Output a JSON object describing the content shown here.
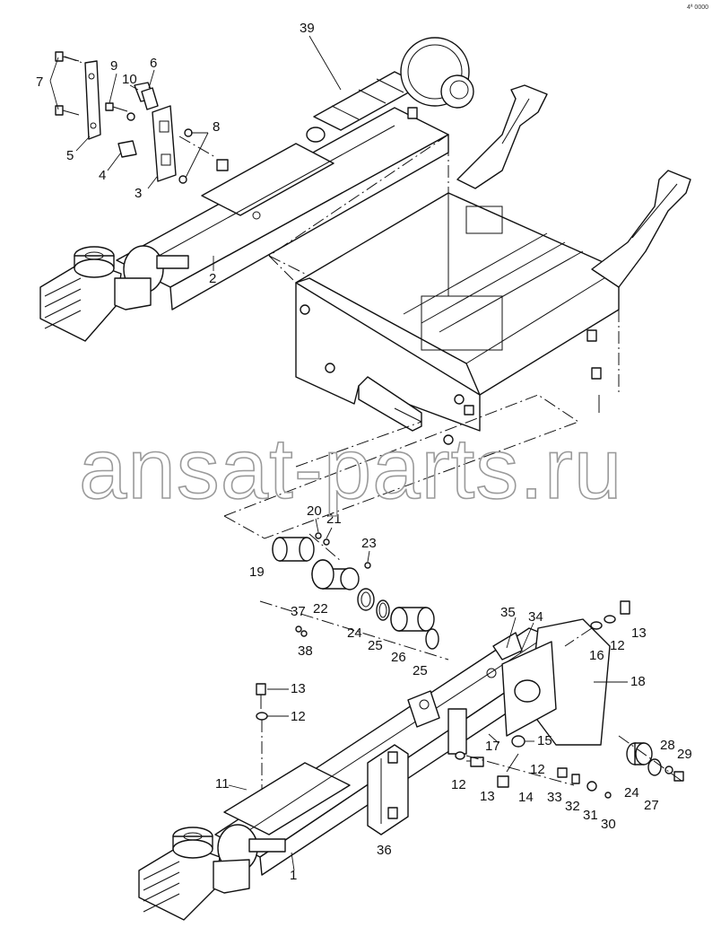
{
  "watermark": "ansat-parts.ru",
  "corner_mark": "4ª 0000",
  "callouts": [
    "39",
    "7",
    "9",
    "10",
    "6",
    "8",
    "5",
    "4",
    "3",
    "2",
    "20",
    "21",
    "23",
    "19",
    "22",
    "37",
    "38",
    "24",
    "25",
    "26",
    "25",
    "35",
    "34",
    "13",
    "12",
    "16",
    "18",
    "13",
    "12",
    "15",
    "17",
    "11",
    "12",
    "13",
    "14",
    "33",
    "32",
    "31",
    "30",
    "24",
    "27",
    "28",
    "29",
    "36",
    "1"
  ]
}
